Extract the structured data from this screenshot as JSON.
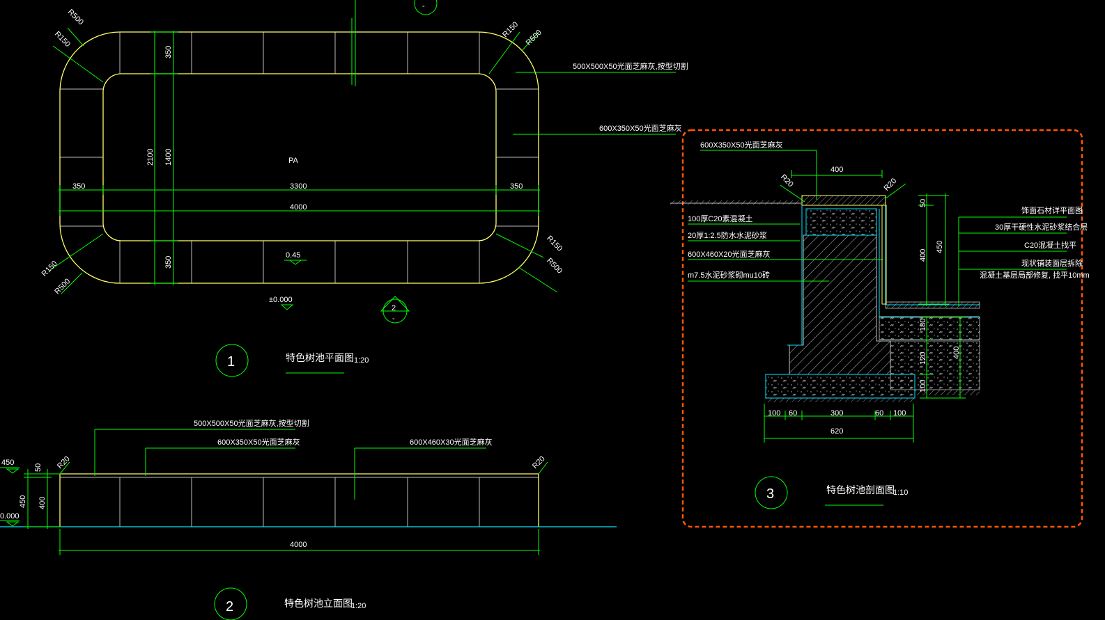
{
  "colors": {
    "background": "#000000",
    "outline": "#ffff66",
    "dimension": "#00ff00",
    "tile": "#c0c0c0",
    "section": "#00e5ff",
    "revision_cloud": "#ff5500",
    "text": "#ffffff"
  },
  "plan": {
    "radius_labels": [
      "R500",
      "R150",
      "R150",
      "R500",
      "R150",
      "R500",
      "R150",
      "R500"
    ],
    "dim_350_top": "350",
    "dim_350_bottom": "350",
    "dim_2100": "2100",
    "dim_1400": "1400",
    "dim_350_left": "350",
    "dim_3300": "3300",
    "dim_350_right": "350",
    "dim_4000": "4000",
    "center_mark": "PA",
    "level_045": "0.45",
    "level_000": "±0.000",
    "section_ref": "2",
    "section_ref_sub": "-",
    "top_marker_sub": "-",
    "note_top": "500X500X50光面芝麻灰,按型切割",
    "note_side": "600X350X50光面芝麻灰"
  },
  "title1": {
    "number": "1",
    "title": "特色树池平面图",
    "scale": "1:20"
  },
  "elevation": {
    "note1": "500X500X50光面芝麻灰,按型切割",
    "note2": "600X350X50光面芝麻灰",
    "note3": "600X460X30光面芝麻灰",
    "r_left": "R20",
    "r_right": "R20",
    "level_450": "450",
    "level_000": "0.000",
    "dim_50": "50",
    "dim_450": "450",
    "dim_400": "400",
    "dim_4000": "4000"
  },
  "title2": {
    "number": "2",
    "title": "特色树池立面图",
    "scale": "1:20"
  },
  "section": {
    "top_note": "600X350X50光面芝麻灰",
    "dim_400_top": "400",
    "r_left": "R20",
    "r_right": "R20",
    "left_notes": [
      "100厚C20素混凝土",
      "20厚1:2.5防水水泥砂浆",
      "600X460X20光面芝麻灰",
      "m7.5水泥砂浆砌mu10砖"
    ],
    "right_notes": [
      "饰面石材详平面图",
      "30厚干硬性水泥砂浆结合层",
      "C20混凝土找平",
      "现状铺装面层拆除",
      "混凝土基层局部修复, 找平10mm"
    ],
    "dim_50": "50",
    "dim_400": "400",
    "dim_450": "450",
    "dim_180": "180",
    "dim_120": "120",
    "dim_100": "100",
    "dim_400b": "400",
    "bottom_dims": [
      "100",
      "60",
      "300",
      "60",
      "100"
    ],
    "dim_620": "620"
  },
  "title3": {
    "number": "3",
    "title": "特色树池剖面图",
    "scale": "1:10"
  }
}
